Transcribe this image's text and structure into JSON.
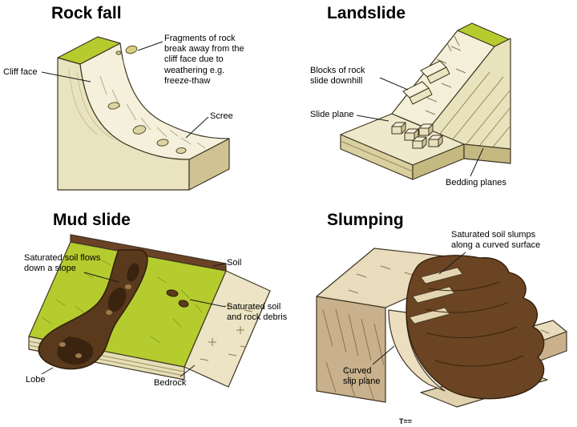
{
  "page": {
    "background": "#ffffff"
  },
  "colors": {
    "grass": "#b5cc2e",
    "rock_cream": "#f4f0dc",
    "rock_tan": "#cfc394",
    "soil_brown": "#6b4226",
    "mud_brown": "#5a3a1c",
    "slump_brown": "#6a4423",
    "outline": "#3f3522",
    "leader": "#1a1a1a"
  },
  "panels": {
    "rockfall": {
      "title": "Rock fall",
      "labels": {
        "cliff_face": "Cliff face",
        "fragments": "Fragments of rock break away from the cliff face due to weathering e.g. freeze-thaw",
        "scree": "Scree"
      }
    },
    "landslide": {
      "title": "Landslide",
      "labels": {
        "blocks": "Blocks of rock slide downhill",
        "slide_plane": "Slide plane",
        "bedding_planes": "Bedding planes"
      }
    },
    "mudslide": {
      "title": "Mud slide",
      "labels": {
        "flow": "Saturated soil flows down a slope",
        "soil": "Soil",
        "debris": "Saturated soil and rock debris",
        "lobe": "Lobe",
        "bedrock": "Bedrock"
      }
    },
    "slumping": {
      "title": "Slumping",
      "labels": {
        "slump": "Saturated soil slumps along a curved surface",
        "slip_plane": "Curved slip plane"
      }
    }
  },
  "caption_fragment": "T=="
}
